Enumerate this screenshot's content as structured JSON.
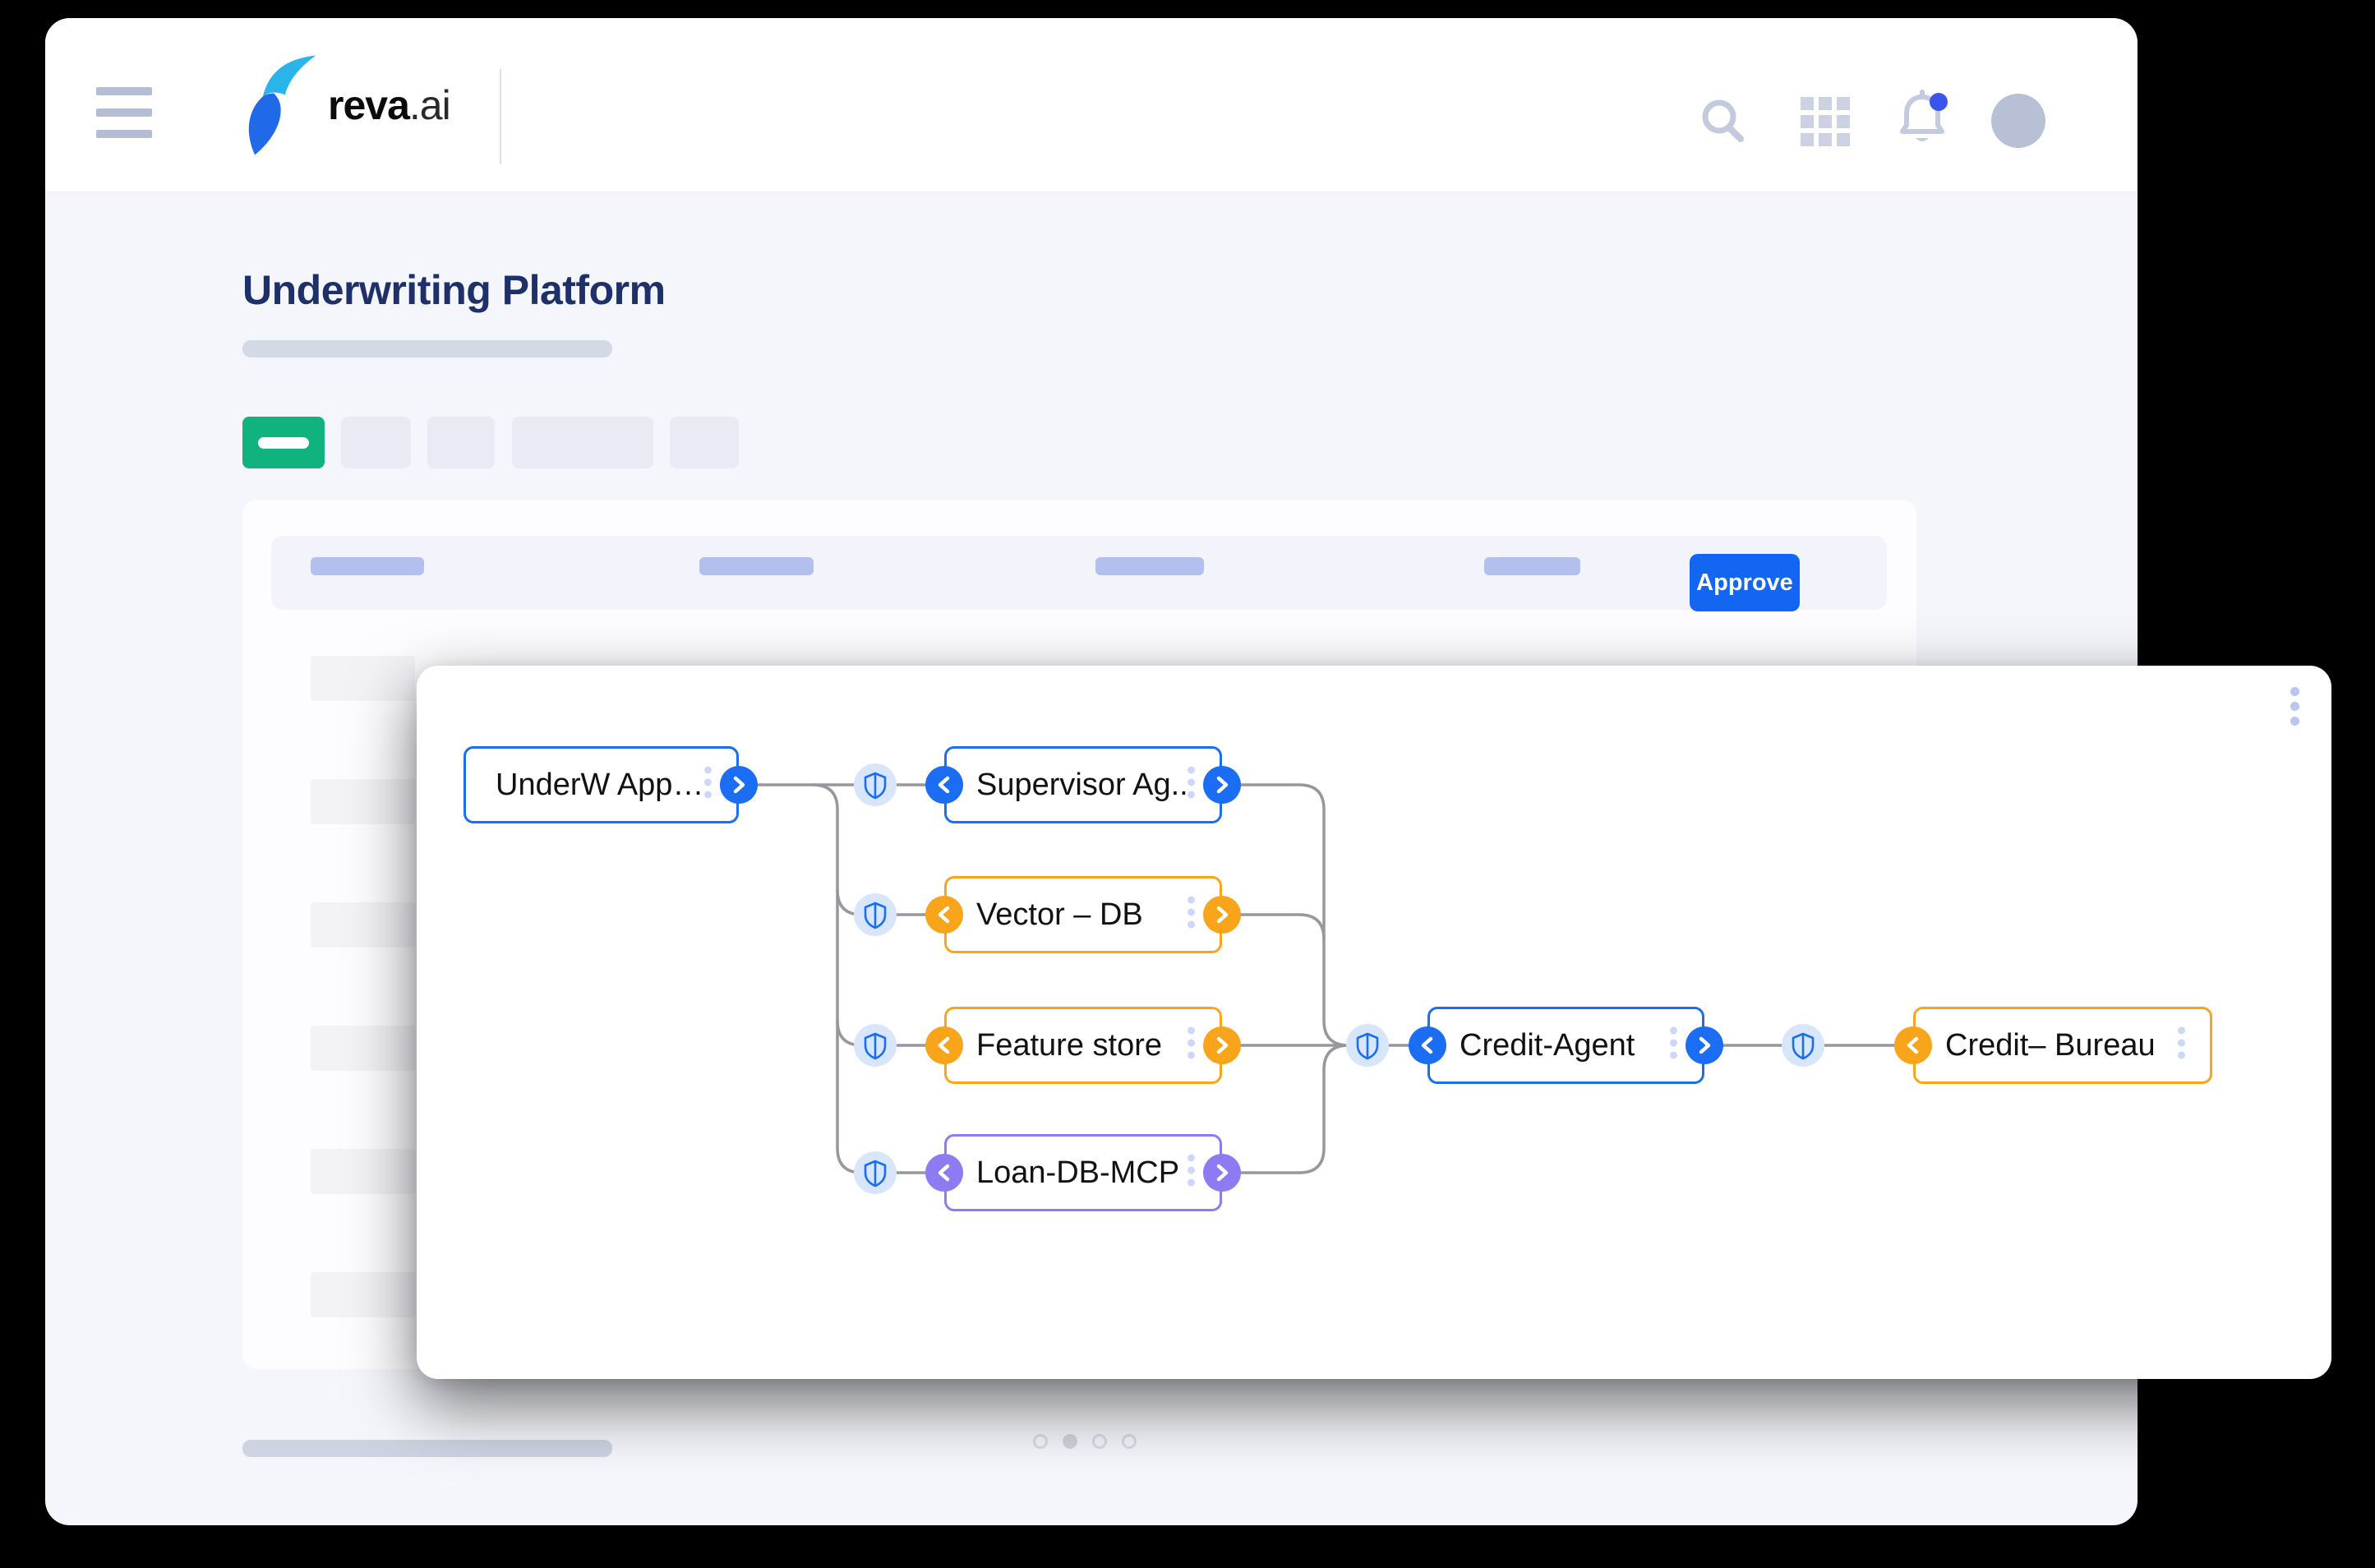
{
  "window": {
    "brand": {
      "bold": "reva",
      "light": ".ai"
    },
    "nav_icons": [
      "menu-icon",
      "search-icon",
      "apps-grid-icon",
      "bell-icon",
      "avatar"
    ],
    "notification_dot_color": "#3a55ee"
  },
  "page": {
    "title": "Underwriting Platform"
  },
  "tabs": {
    "count": 5,
    "active_index": 0,
    "active_color": "#10b27e"
  },
  "toolbar": {
    "approve_label": "Approve",
    "approve_color": "#1266f1"
  },
  "diagram": {
    "nodes": [
      {
        "id": "underw-app",
        "label": "UnderW App…",
        "color": "#1b6ef3"
      },
      {
        "id": "supervisor-agent",
        "label": "Supervisor Ag..",
        "color": "#1b6ef3"
      },
      {
        "id": "vector-db",
        "label": "Vector – DB",
        "color": "#f9a51b"
      },
      {
        "id": "feature-store",
        "label": "Feature store",
        "color": "#f9a51b"
      },
      {
        "id": "loan-db-mcp",
        "label": "Loan-DB-MCP",
        "color": "#8d7bf4"
      },
      {
        "id": "credit-agent",
        "label": "Credit-Agent",
        "color": "#1b6ef3"
      },
      {
        "id": "credit-bureau",
        "label": "Credit– Bureau",
        "color": "#f9a51b"
      }
    ],
    "edges": [
      {
        "from": "underw-app",
        "to": "supervisor-agent",
        "guard": true
      },
      {
        "from": "underw-app",
        "to": "vector-db",
        "guard": true
      },
      {
        "from": "underw-app",
        "to": "feature-store",
        "guard": true
      },
      {
        "from": "underw-app",
        "to": "loan-db-mcp",
        "guard": true
      },
      {
        "from": "supervisor-agent",
        "to": "credit-agent",
        "guard": true
      },
      {
        "from": "vector-db",
        "to": "credit-agent",
        "guard": true
      },
      {
        "from": "feature-store",
        "to": "credit-agent",
        "guard": true
      },
      {
        "from": "loan-db-mcp",
        "to": "credit-agent",
        "guard": true
      },
      {
        "from": "credit-agent",
        "to": "credit-bureau",
        "guard": true
      }
    ],
    "guard_icon": "shield-icon",
    "line_color": "#97979d"
  },
  "carousel": {
    "dots": 4,
    "active_dot_index": 1
  }
}
